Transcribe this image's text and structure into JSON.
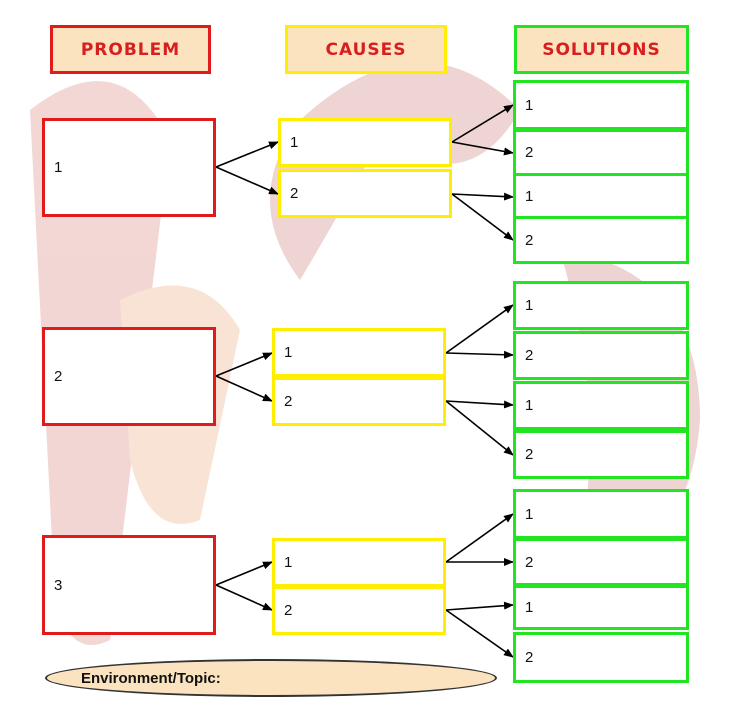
{
  "headers": {
    "problem": "PROBLEM",
    "causes": "CAUSES",
    "solutions": "SOLUTIONS"
  },
  "problems": [
    {
      "label": "1",
      "causes": [
        {
          "label": "1",
          "solutions": [
            "1",
            "2"
          ]
        },
        {
          "label": "2",
          "solutions": [
            "1",
            "2"
          ]
        }
      ]
    },
    {
      "label": "2",
      "causes": [
        {
          "label": "1",
          "solutions": [
            "1",
            "2"
          ]
        },
        {
          "label": "2",
          "solutions": [
            "1",
            "2"
          ]
        }
      ]
    },
    {
      "label": "3",
      "causes": [
        {
          "label": "1",
          "solutions": [
            "1",
            "2"
          ]
        },
        {
          "label": "2",
          "solutions": [
            "1",
            "2"
          ]
        }
      ]
    }
  ],
  "topic_label": "Environment/Topic:",
  "colors": {
    "problem_border": "#e01b1b",
    "cause_border": "#ffee00",
    "solution_border": "#22e522",
    "header_fill": "#fbe3c0",
    "header_text": "#d81e1e"
  }
}
